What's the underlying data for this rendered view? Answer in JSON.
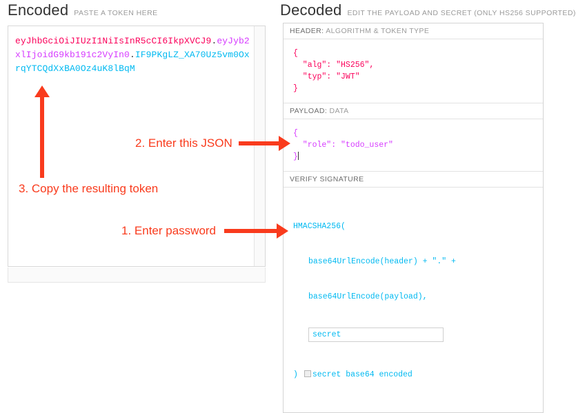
{
  "encoded": {
    "title": "Encoded",
    "subtitle": "PASTE A TOKEN HERE",
    "token": {
      "header_part": "eyJhbGciOiJIUzI1NiIsInR5cCI6IkpXVCJ9",
      "separator": ".",
      "payload_part": "eyJyb2xlIjoidG9kb191c2VyIn0",
      "signature_part": "IF9PKgLZ_XA70Uz5vm0OxrqYTCQdXxBA0Oz4uK8lBqM",
      "full": "eyJhbGciOiJIUzI1NiIsInR5cCI6IkpXVCJ9.eyJyb2xlIjoidG9kb191c2VyIn0.IF9PKgLZ_XA70Uz5vm0OxrqYTCQdXxBA0Oz4uK8lBqM"
    },
    "colors": {
      "header": "#fb015b",
      "payload": "#d63aff",
      "signature": "#00b9f1"
    }
  },
  "decoded": {
    "title": "Decoded",
    "subtitle": "EDIT THE PAYLOAD AND SECRET (ONLY HS256 SUPPORTED)",
    "sections": {
      "header": {
        "label_strong": "HEADER:",
        "label_rest": "ALGORITHM & TOKEN TYPE",
        "code": "{\n  \"alg\": \"HS256\",\n  \"typ\": \"JWT\"\n}"
      },
      "payload": {
        "label_strong": "PAYLOAD:",
        "label_rest": "DATA",
        "code": "{\n  \"role\": \"todo_user\"\n}"
      },
      "signature": {
        "label_strong": "VERIFY SIGNATURE",
        "label_rest": "",
        "line1": "HMACSHA256(",
        "line2": "base64UrlEncode(header) + \".\" +",
        "line3": "base64UrlEncode(payload),",
        "secret_value": "secret",
        "secret_placeholder": "secret",
        "closing_paren": ")",
        "base64_label": "secret base64 encoded",
        "base64_checked": false
      }
    }
  },
  "annotations": {
    "color": "#f93b1d",
    "step1": "1. Enter password",
    "step2": "2. Enter this JSON",
    "step3": "3. Copy the resulting token"
  }
}
